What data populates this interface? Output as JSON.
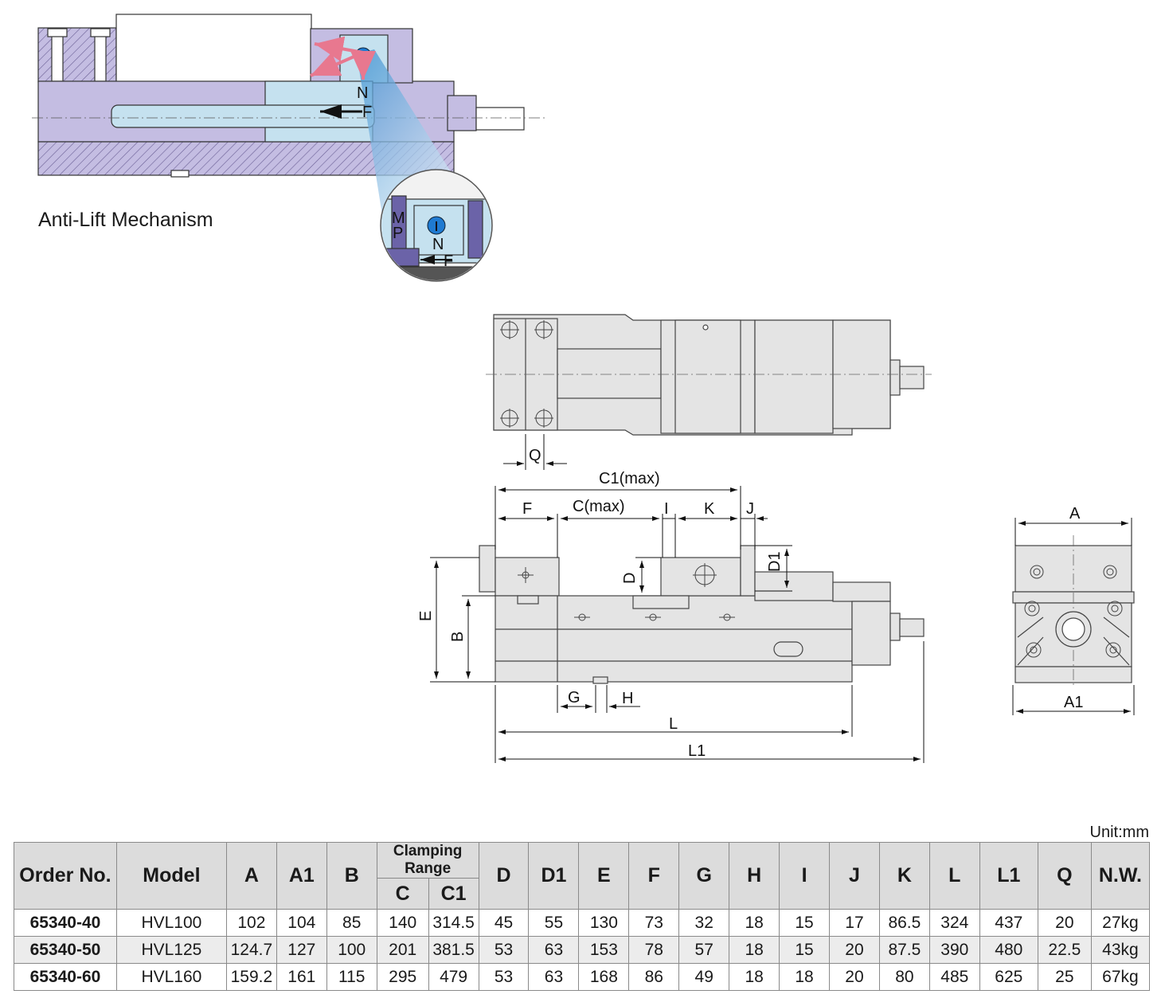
{
  "caption": "Anti-Lift Mechanism",
  "unit": "Unit:mm",
  "drawing_labels": {
    "N": "N",
    "F": "F",
    "M": "M",
    "P": "P",
    "Q": "Q",
    "C1max": "C1(max)",
    "Cmax": "C(max)",
    "Fdim": "F",
    "I": "I",
    "K": "K",
    "J": "J",
    "D": "D",
    "D1": "D1",
    "E": "E",
    "B": "B",
    "G": "G",
    "H": "H",
    "L": "L",
    "L1": "L1",
    "A": "A",
    "A1": "A1"
  },
  "colors": {
    "body": "#c4bde2",
    "slide": "#c5e1ef",
    "jaw": "#e1e1e1",
    "arrow": "#e8788f"
  },
  "table": {
    "headers": {
      "order": "Order No.",
      "model": "Model",
      "A": "A",
      "A1": "A1",
      "B": "B",
      "clamping": "Clamping Range",
      "C": "C",
      "C1": "C1",
      "D": "D",
      "D1": "D1",
      "E": "E",
      "F": "F",
      "G": "G",
      "H": "H",
      "I": "I",
      "J": "J",
      "K": "K",
      "L": "L",
      "L1": "L1",
      "Q": "Q",
      "NW": "N.W."
    },
    "rows": [
      {
        "order": "65340-40",
        "model": "HVL100",
        "A": "102",
        "A1": "104",
        "B": "85",
        "C": "140",
        "C1": "314.5",
        "D": "45",
        "D1": "55",
        "E": "130",
        "F": "73",
        "G": "32",
        "H": "18",
        "I": "15",
        "J": "17",
        "K": "86.5",
        "L": "324",
        "L1": "437",
        "Q": "20",
        "NW": "27kg"
      },
      {
        "order": "65340-50",
        "model": "HVL125",
        "A": "124.7",
        "A1": "127",
        "B": "100",
        "C": "201",
        "C1": "381.5",
        "D": "53",
        "D1": "63",
        "E": "153",
        "F": "78",
        "G": "57",
        "H": "18",
        "I": "15",
        "J": "20",
        "K": "87.5",
        "L": "390",
        "L1": "480",
        "Q": "22.5",
        "NW": "43kg"
      },
      {
        "order": "65340-60",
        "model": "HVL160",
        "A": "159.2",
        "A1": "161",
        "B": "115",
        "C": "295",
        "C1": "479",
        "D": "53",
        "D1": "63",
        "E": "168",
        "F": "86",
        "G": "49",
        "H": "18",
        "I": "18",
        "J": "20",
        "K": "80",
        "L": "485",
        "L1": "625",
        "Q": "25",
        "NW": "67kg"
      }
    ]
  }
}
